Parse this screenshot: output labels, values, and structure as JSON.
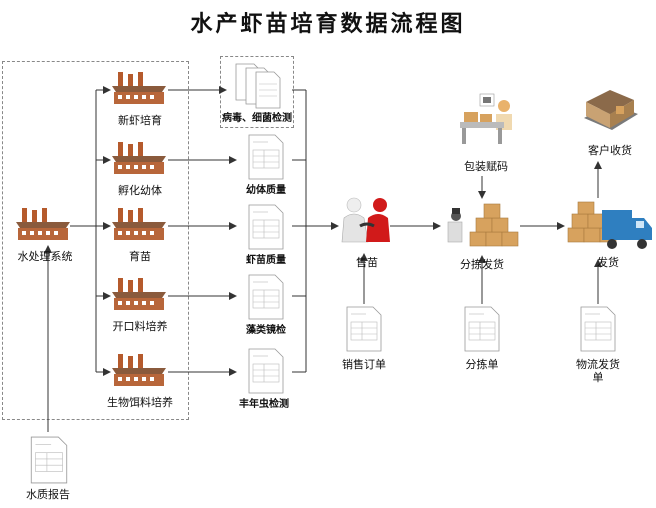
{
  "title": "水产虾苗培育数据流程图",
  "factories": [
    {
      "label": "水处理系统"
    },
    {
      "label": "新虾培育"
    },
    {
      "label": "孵化幼体"
    },
    {
      "label": "育苗"
    },
    {
      "label": "开口料培养"
    },
    {
      "label": "生物饵料培养"
    }
  ],
  "quality_docs": [
    {
      "label": "病毒、细菌检测"
    },
    {
      "label": "幼体质量"
    },
    {
      "label": "虾苗质量"
    },
    {
      "label": "藻类镜检"
    },
    {
      "label": "丰年虫检测"
    }
  ],
  "water_report": {
    "label": "水质报告"
  },
  "sale": {
    "label": "售苗"
  },
  "sales_order": {
    "label": "销售订单"
  },
  "packaging": {
    "label": "包装赋码"
  },
  "sorting": {
    "label": "分拣发货"
  },
  "sorting_list": {
    "label": "分拣单"
  },
  "shipping": {
    "label": "发货"
  },
  "logistics_doc": {
    "label": "物流发货单"
  },
  "customer": {
    "label": "客户收货"
  },
  "colors": {
    "factory_roof": "#8a5a3c",
    "factory_wall": "#b8663a",
    "chimney": "#b55a2c",
    "box": "#d7a25e",
    "truck_blue": "#2f7fc0",
    "person_white": "#eeeeee",
    "person_red": "#d11a1a",
    "line": "#333333"
  }
}
